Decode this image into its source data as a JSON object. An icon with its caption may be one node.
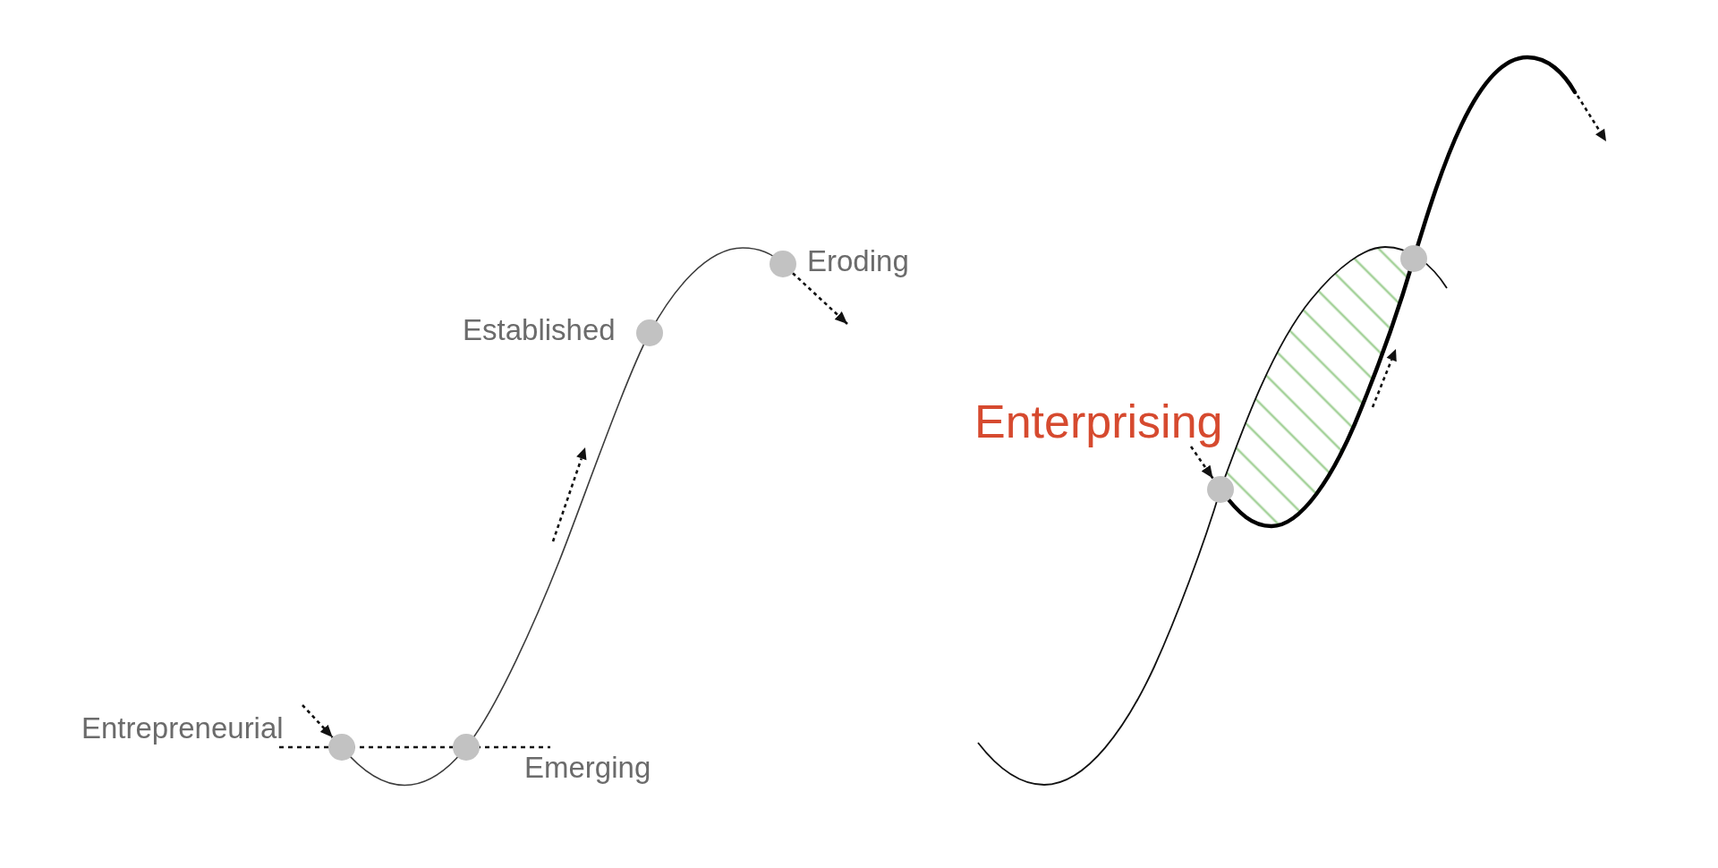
{
  "diagram": {
    "nodes": [
      {
        "text": [],
        "shape": "circle",
        "beside": [
          "Entrepreneurial"
        ]
      },
      {
        "text": [],
        "shape": "circle",
        "beside": [
          "Emerging"
        ]
      },
      {
        "text": [],
        "shape": "circle",
        "beside": [
          "Established"
        ]
      },
      {
        "text": [],
        "shape": "circle",
        "beside": [
          "Eroding"
        ]
      },
      {
        "text": [],
        "shape": "circle",
        "beside": [
          "Enterprising"
        ]
      },
      {
        "text": [],
        "shape": "circle"
      }
    ],
    "edges": [
      {
        "from": null,
        "to": 0,
        "arrow": "to",
        "style": "dashed"
      },
      {
        "from": 0,
        "to": 1,
        "arrow": "none",
        "style": "dashed"
      },
      {
        "from": 3,
        "to": null,
        "arrow": "to",
        "style": "dashed"
      },
      {
        "from": null,
        "to": 4,
        "arrow": "to",
        "style": "dashed"
      }
    ]
  }
}
